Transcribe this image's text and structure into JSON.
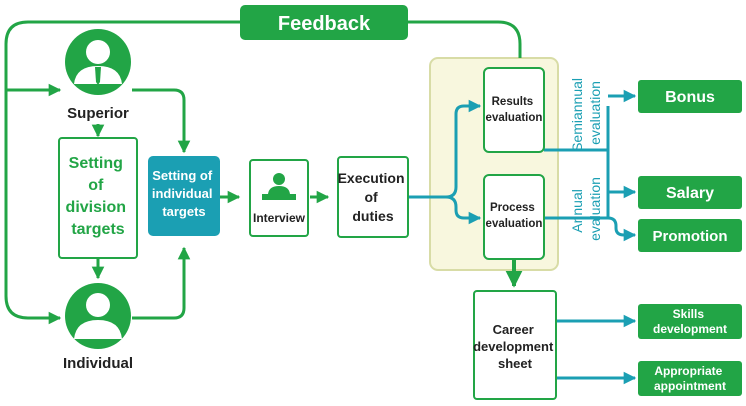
{
  "feedback": {
    "label": "Feedback"
  },
  "roles": {
    "superior": "Superior",
    "individual": "Individual"
  },
  "steps": {
    "division_targets": [
      "Setting",
      "of",
      "division",
      "targets"
    ],
    "individual_targets": [
      "Setting of",
      "individual",
      "targets"
    ],
    "interview": "Interview",
    "execution": [
      "Execution",
      "of",
      "duties"
    ]
  },
  "evaluation": {
    "results": [
      "Results",
      "evaluation"
    ],
    "process": [
      "Process",
      "evaluation"
    ],
    "semiannual_label": [
      "Semiannual",
      "evaluation"
    ],
    "annual_label": [
      "Annual",
      "evaluation"
    ]
  },
  "outcomes": {
    "bonus": "Bonus",
    "salary": "Salary",
    "promotion": "Promotion",
    "skills": [
      "Skills",
      "development"
    ],
    "appointment": [
      "Appropriate",
      "appointment"
    ]
  },
  "career_sheet": [
    "Career",
    "development",
    "sheet"
  ],
  "colors": {
    "green": "#22a546",
    "teal": "#1b9fb3",
    "panel_bg": "#f8f7de",
    "panel_border": "#d8dca6"
  }
}
